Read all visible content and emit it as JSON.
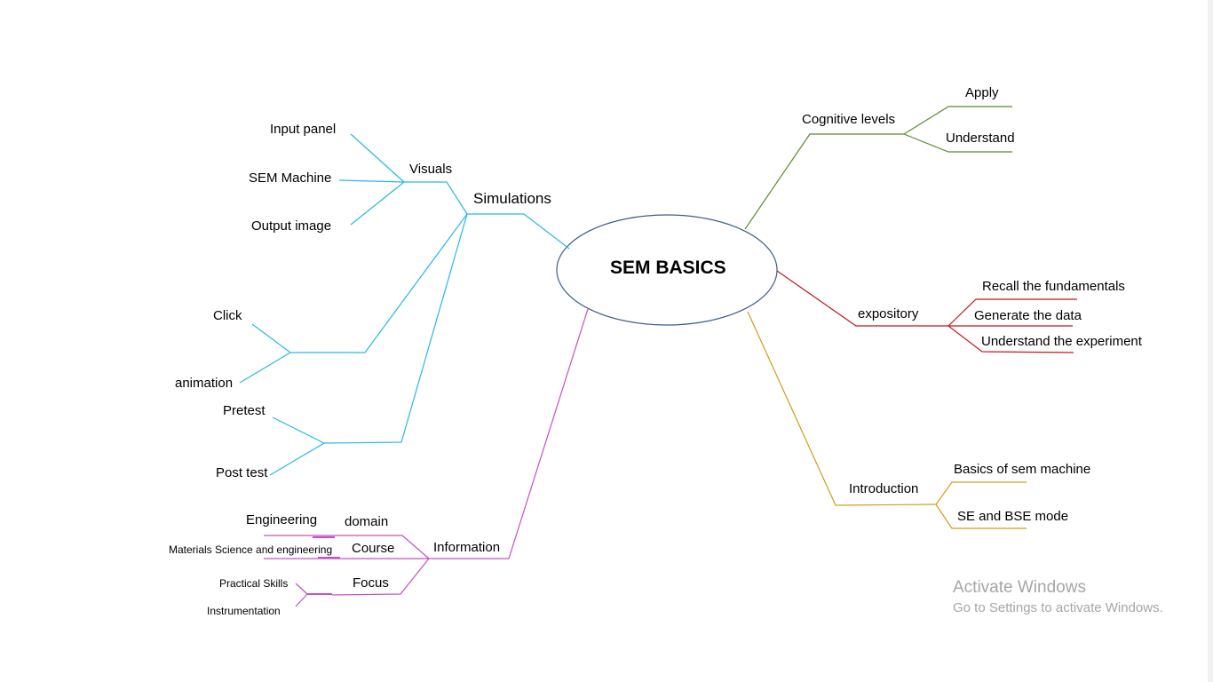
{
  "center": {
    "title": "SEM BASICS"
  },
  "colors": {
    "simulations": "#29b6e8",
    "information": "#c451c4",
    "cognitive": "#5b8a2e",
    "expository": "#c0181c",
    "introduction": "#d39c1b",
    "ellipse_stroke": "#3f5c8c"
  },
  "branches": {
    "simulations": {
      "label": "Simulations",
      "visuals": {
        "label": "Visuals",
        "items": [
          "Input panel",
          "SEM Machine",
          "Output image"
        ]
      },
      "interaction": {
        "items": [
          "Click",
          "animation"
        ]
      },
      "tests": {
        "items": [
          "Pretest",
          "Post test"
        ]
      }
    },
    "information": {
      "label": "Information",
      "domain": {
        "label": "domain",
        "value": "Engineering"
      },
      "course": {
        "label": "Course",
        "value": "Materials Science and engineering"
      },
      "focus": {
        "label": "Focus",
        "items": [
          "Practical Skills",
          "Instrumentation"
        ]
      }
    },
    "cognitive": {
      "label": "Cognitive levels",
      "items": [
        "Apply",
        "Understand"
      ]
    },
    "expository": {
      "label": "expository",
      "items": [
        "Recall the fundamentals",
        "Generate the data",
        "Understand the experiment"
      ]
    },
    "introduction": {
      "label": "Introduction",
      "items": [
        "Basics of sem machine",
        "SE and BSE mode"
      ]
    }
  },
  "watermark": {
    "title": "Activate Windows",
    "subtitle": "Go to Settings to activate Windows."
  }
}
